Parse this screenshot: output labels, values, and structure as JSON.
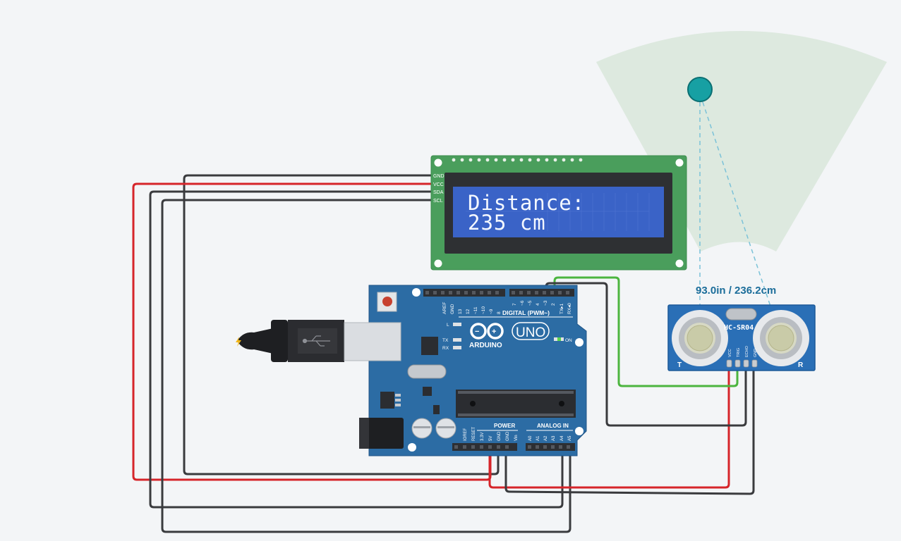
{
  "lcd": {
    "pins": [
      "GND",
      "VCC",
      "SDA",
      "SCL"
    ],
    "line1": "Distance:",
    "line2": "235 cm"
  },
  "sensor": {
    "readout": "93.0in / 236.2cm",
    "model": "HC-SR04",
    "pins": [
      "VCC",
      "TRIG",
      "ECHO",
      "GND"
    ],
    "left_mark": "T",
    "right_mark": "R"
  },
  "arduino": {
    "brand": "ARDUINO",
    "model": "UNO",
    "digital_label": "DIGITAL (PWM~)",
    "digital_pins": [
      "AREF",
      "GND",
      "13",
      "12",
      "~11",
      "~10",
      "~9",
      "8",
      "7",
      "~6",
      "~5",
      "4",
      "~3",
      "2",
      "TX▸1",
      "RX◂0"
    ],
    "power_label": "POWER",
    "power_pins": [
      "IOREF",
      "RESET",
      "3.3V",
      "5V",
      "GND",
      "GND",
      "Vin"
    ],
    "analog_label": "ANALOG IN",
    "analog_pins": [
      "A0",
      "A1",
      "A2",
      "A3",
      "A4",
      "A5"
    ],
    "led_labels": [
      "L",
      "TX",
      "RX"
    ],
    "on_label": "ON"
  },
  "colors": {
    "background": "#f3f5f7",
    "board": "#2c6ca4",
    "lcd_pcb": "#4a9e5c",
    "lcd_screen": "#3a63c7",
    "sensor_board": "#2a6fb6",
    "target": "#17a0a3",
    "wire_red": "#d6252a",
    "wire_black": "#3a3b3e",
    "wire_green": "#4cb53f",
    "detection_zone": "#dbe8dd"
  },
  "icons": [
    "usb-plug-icon",
    "reset-button-icon",
    "target-object-icon"
  ]
}
